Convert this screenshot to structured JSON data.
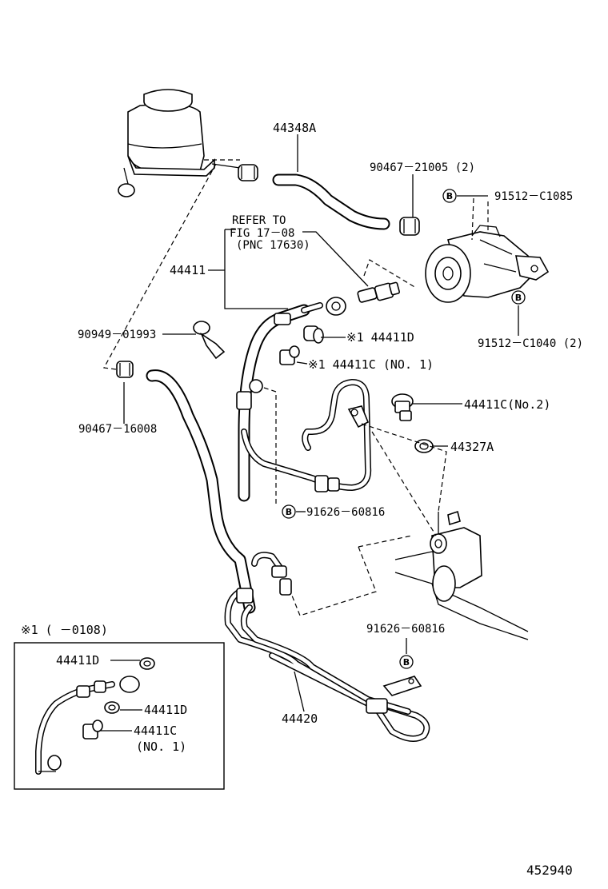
{
  "labels": {
    "p44348A": "44348A",
    "p90467_21005": "90467－21005 (2)",
    "p91512_C1085": "91512－C1085",
    "refer_to": "REFER TO",
    "fig": "FIG 17－08",
    "pnc": "(PNC 17630)",
    "p44411": "44411",
    "p90949_01993": "90949－01993",
    "p44411D_star": "※1 44411D",
    "p44411C_no1_star": "※1 44411C (NO. 1)",
    "p91512_C1040": "91512－C1040 (2)",
    "p90467_16008": "90467－16008",
    "p44411C_no2": "44411C(No.2)",
    "p44327A": "44327A",
    "p91626_60816_a": "91626－60816",
    "p91626_60816_b": "91626－60816",
    "p44420": "44420",
    "inset_title": "※1 (      －0108)",
    "inset_44411D_a": "44411D",
    "inset_44411D_b": "44411D",
    "inset_44411C": "44411C",
    "inset_no1": "(NO. 1)",
    "bolt_mark": "B",
    "diagram_id": "452940"
  }
}
